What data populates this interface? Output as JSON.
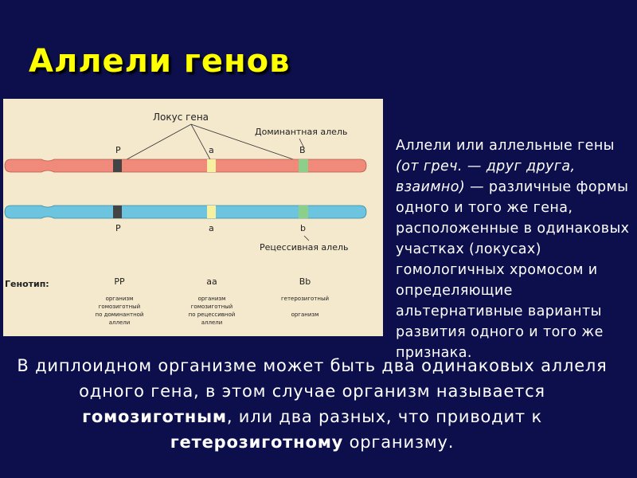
{
  "slide": {
    "title": "Аллели генов"
  },
  "figure": {
    "locus_label": "Локус гена",
    "dominant_label": "Доминантная алель",
    "recessive_label": "Рецессивная алель",
    "genotype_label": "Генотип:",
    "colors": {
      "chromosome_top": "#f08a7a",
      "chromosome_bottom": "#6cc4df",
      "band_p": "#444444",
      "band_a": "#f6f0a0",
      "band_b": "#8ccf8a"
    },
    "top_alleles": [
      "P",
      "a",
      "B"
    ],
    "bottom_alleles": [
      "P",
      "a",
      "b"
    ],
    "genotypes": [
      {
        "code": "PP",
        "line1": "организм",
        "line2": "гомозиготный",
        "line3": "по доминантной",
        "line4": "аллели"
      },
      {
        "code": "aa",
        "line1": "организм",
        "line2": "гомозиготный",
        "line3": "по рецессивной",
        "line4": "аллели"
      },
      {
        "code": "Bb",
        "line1": "гетерозиготный",
        "line2": "",
        "line3": "организм",
        "line4": ""
      }
    ]
  },
  "definition": {
    "text_before": "Аллели или аллельные гены ",
    "text_italic": "(от греч. — друг друга, взаимно)",
    "text_after": " — различные формы одного и того же гена, расположенные в одинаковых участках (локусах) гомологичных хромосом и определяющие альтернативные варианты развития одного и того же признака."
  },
  "summary": {
    "part1": "В диплоидном организме может быть два одинаковых аллеля одного гена, в этом случае организм называется ",
    "bold1": "гомозиготным",
    "part2": ", или два разных, что приводит к ",
    "bold2": "гетерозиготному",
    "part3": " организму."
  }
}
